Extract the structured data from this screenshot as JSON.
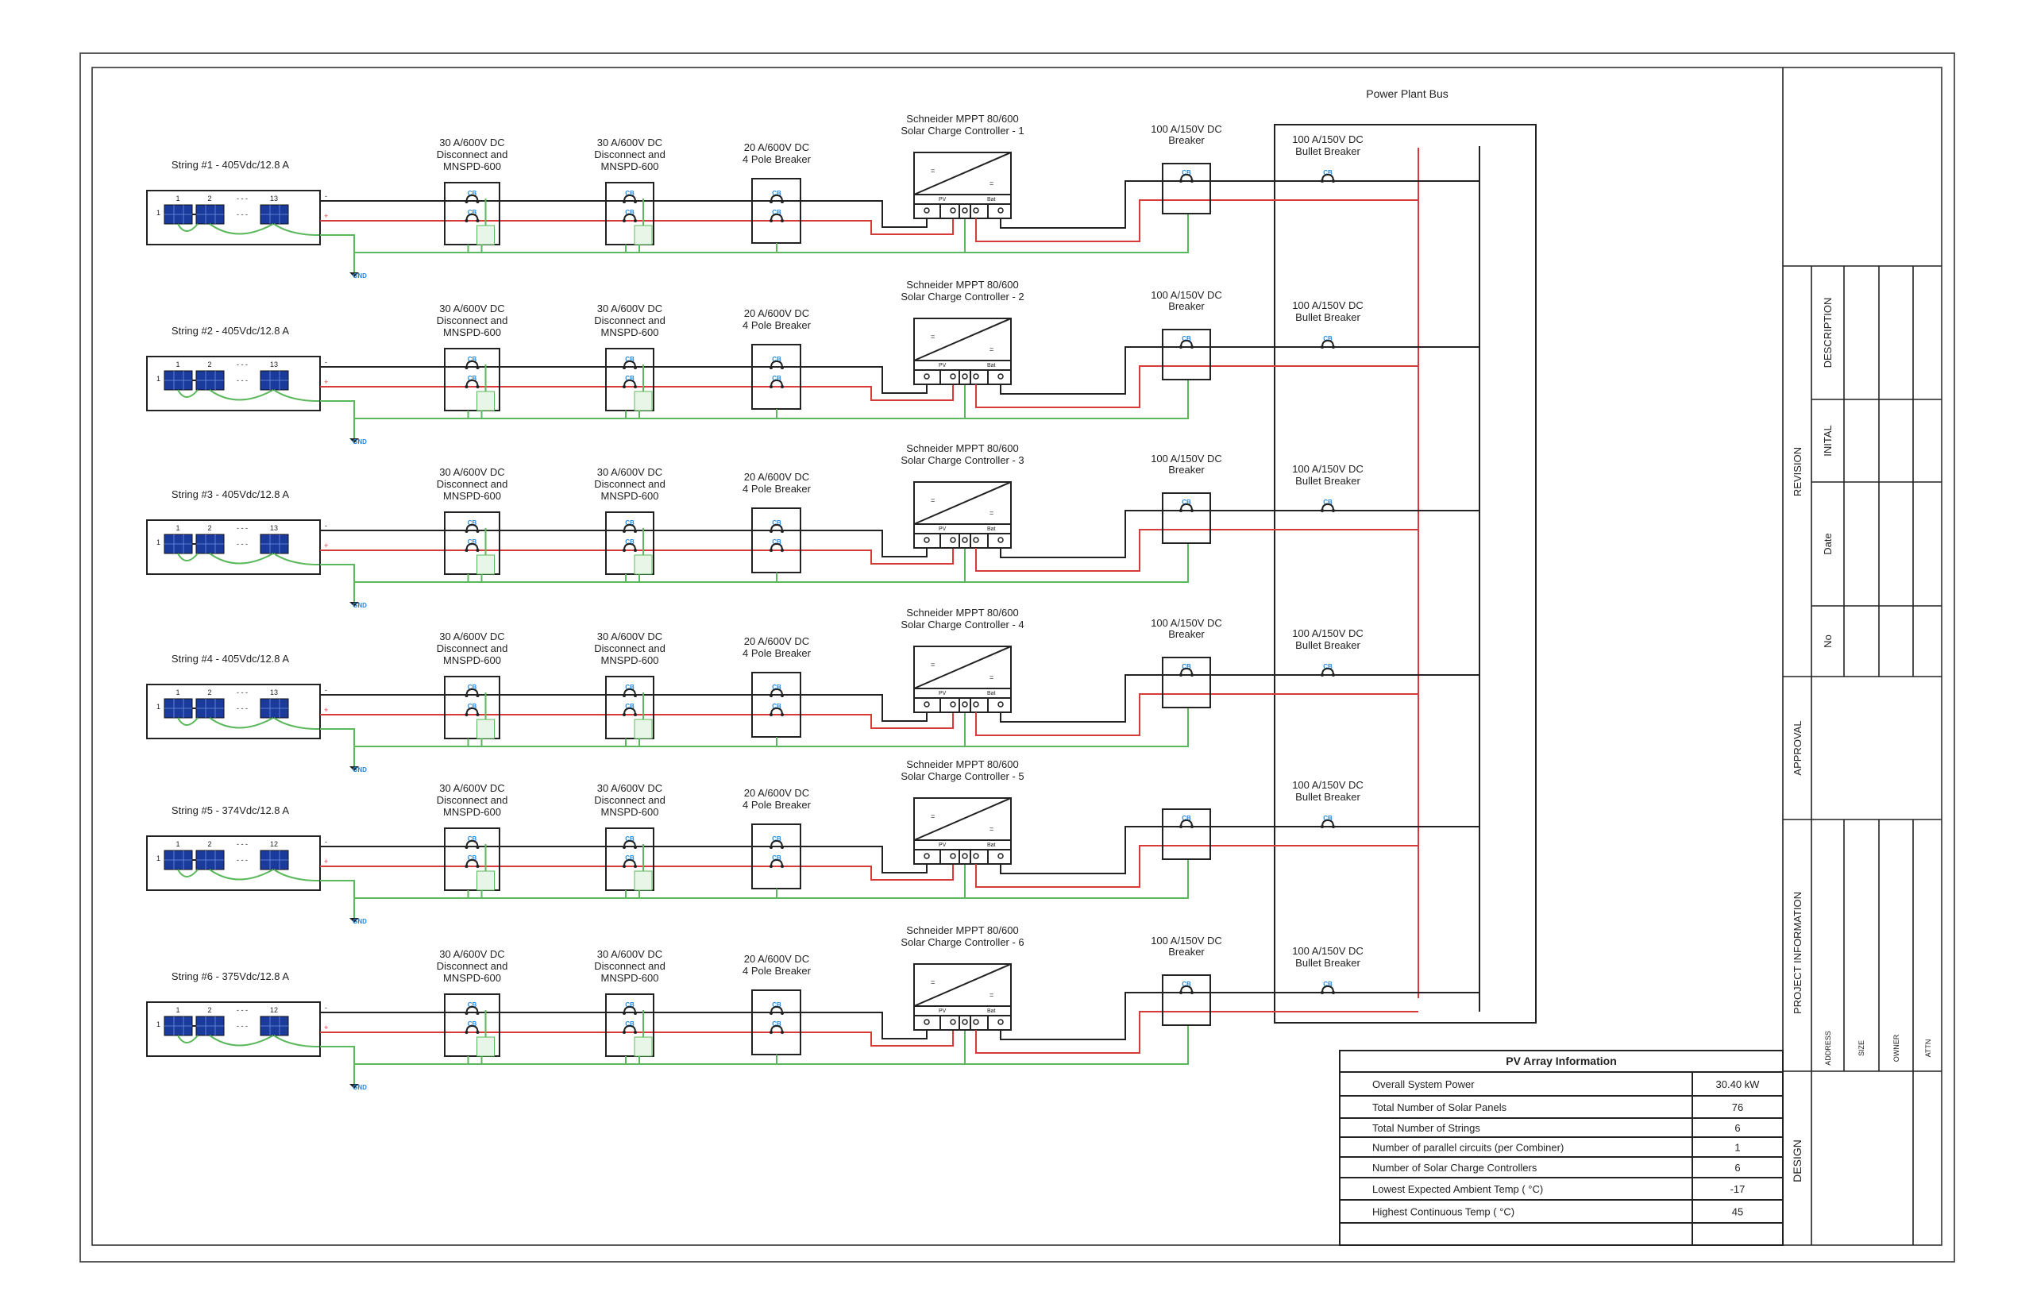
{
  "bus_title": "Power Plant Bus",
  "labels": {
    "disconnect": [
      "30 A/600V DC",
      "Disconnect and",
      "MNSPD-600"
    ],
    "pole_breaker": [
      "20 A/600V DC",
      "4 Pole Breaker"
    ],
    "controller_line1": "Schneider MPPT 80/600",
    "breaker": [
      "100 A/150V DC",
      "Breaker"
    ],
    "bullet_breaker": [
      "100 A/150V DC",
      "Bullet Breaker"
    ],
    "cb": "CB",
    "gnd": "GND",
    "neg_sign": "-",
    "pos_sign": "+",
    "pv_terminal": "PV",
    "bat_terminal": "Bat",
    "panel_row": "1",
    "panel_first": "1",
    "panel_second": "2",
    "dashes": "- - -"
  },
  "strings": [
    {
      "label": "String #1 - 405Vdc/12.8 A",
      "last_panel": "13",
      "controller_line2": "Solar Charge Controller - 1",
      "breaker_label_shown": true
    },
    {
      "label": "String #2 - 405Vdc/12.8 A",
      "last_panel": "13",
      "controller_line2": "Solar Charge Controller - 2",
      "breaker_label_shown": true
    },
    {
      "label": "String #3 - 405Vdc/12.8 A",
      "last_panel": "13",
      "controller_line2": "Solar Charge Controller - 3",
      "breaker_label_shown": true
    },
    {
      "label": "String #4 - 405Vdc/12.8 A",
      "last_panel": "13",
      "controller_line2": "Solar Charge Controller - 4",
      "breaker_label_shown": true
    },
    {
      "label": "String #5 - 374Vdc/12.8 A",
      "last_panel": "12",
      "controller_line2": "Solar Charge Controller - 5",
      "breaker_label_shown": false
    },
    {
      "label": "String #6 - 375Vdc/12.8 A",
      "last_panel": "12",
      "controller_line2": "Solar Charge Controller - 6",
      "breaker_label_shown": true
    }
  ],
  "pv_table": {
    "title": "PV Array Information",
    "rows": [
      {
        "label": "Overall System Power",
        "value": "30.40 kW"
      },
      {
        "label": "Total Number of Solar Panels",
        "value": "76"
      },
      {
        "label": "Total Number of Strings",
        "value": "6"
      },
      {
        "label": "Number of parallel circuits (per Combiner)",
        "value": "1"
      },
      {
        "label": "Number of Solar Charge Controllers",
        "value": "6"
      },
      {
        "label": "Lowest Expected Ambient Temp ( °C)",
        "value": "-17"
      },
      {
        "label": "Highest Continuous Temp ( °C)",
        "value": "45"
      }
    ]
  },
  "title_block": {
    "revision": "REVISION",
    "revision_cols": [
      "DESCRIPTION",
      "INITAL",
      "Date",
      "No"
    ],
    "approval": "APPROVAL",
    "project_information": "PROJECT INFORMATION",
    "project_cols": [
      "ADDRESS",
      "SIZE",
      "OWNER",
      "ATTN"
    ],
    "design": "DESIGN"
  },
  "colors": {
    "negative": "#222222",
    "positive": "#d83a3a",
    "ground": "#5cb85c",
    "cb": "#1e88e5",
    "panel": "#1a3a9c"
  }
}
